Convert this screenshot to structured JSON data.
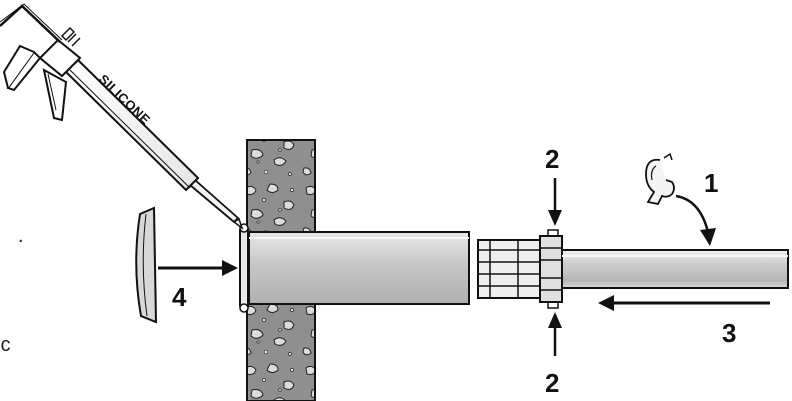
{
  "gun": {
    "label": "SILICONE"
  },
  "steps": {
    "one": "1",
    "two_top": "2",
    "two_bottom": "2",
    "three": "3",
    "four": "4"
  },
  "fragments": {
    "period": ".",
    "ic": "ic"
  },
  "colors": {
    "stroke": "#111111",
    "concrete": "#8a8a8a",
    "pipe": "#c8c8c8",
    "collar": "#e6e6e6"
  }
}
